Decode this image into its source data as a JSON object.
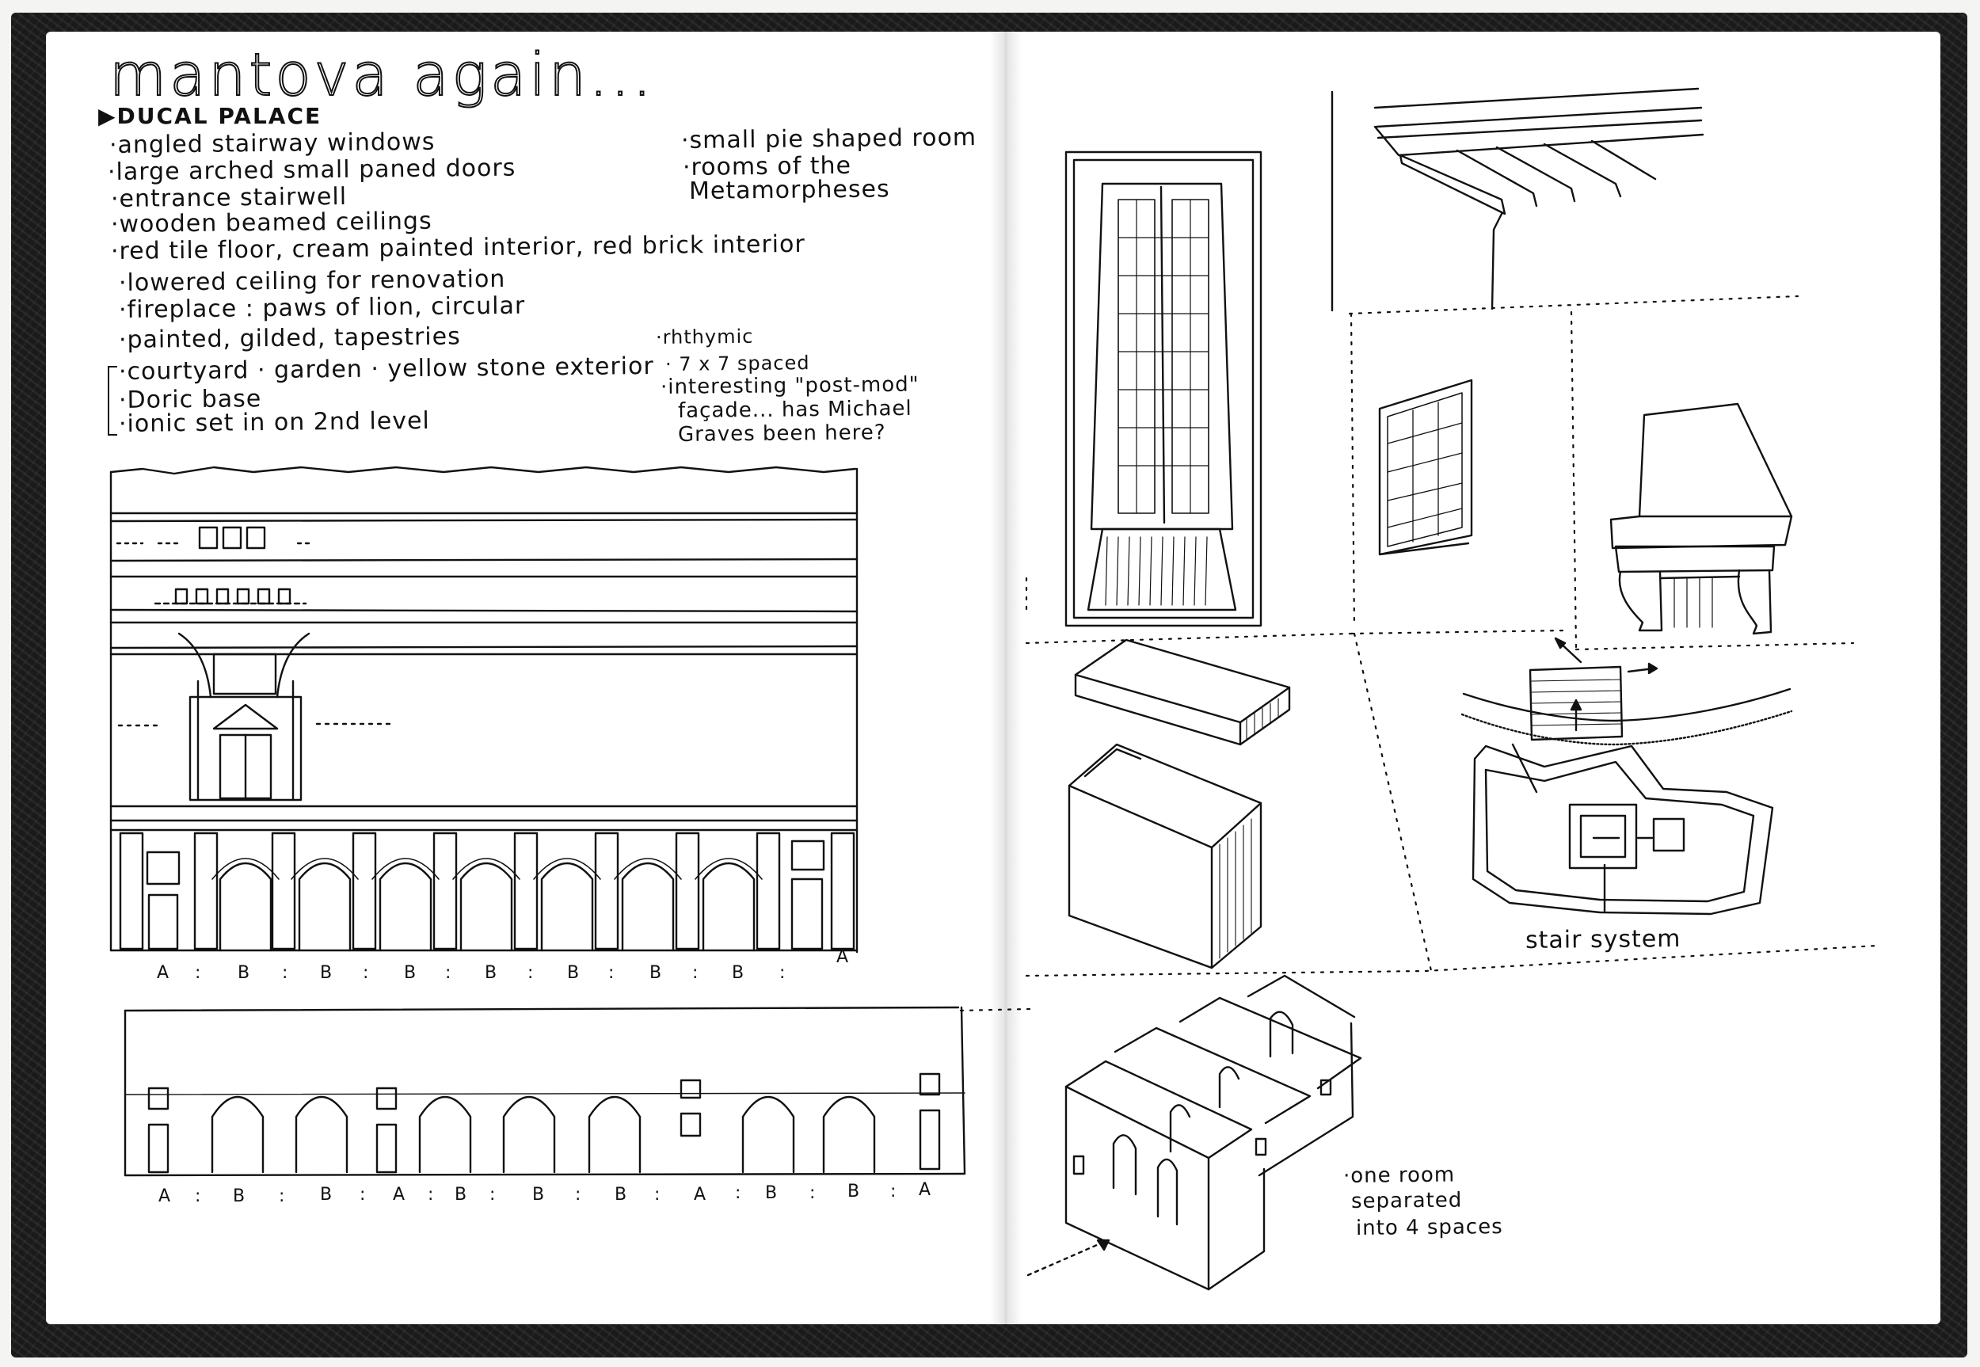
{
  "sketchbook": {
    "title": "mantova again...",
    "section_heading": "DUCAL PALACE",
    "notes_left": [
      "·angled stairway windows",
      "·large arched small paned doors",
      "·entrance stairwell",
      "·wooden beamed ceilings",
      "·red tile floor, cream painted interior, red brick interior",
      "·lowered ceiling for renovation",
      "·fireplace : paws of lion, circular",
      "·painted, gilded, tapestries",
      "·courtyard · garden · yellow stone exterior",
      "·Doric base",
      "·ionic set in on 2nd level"
    ],
    "notes_right": [
      "·small pie shaped room",
      "·rooms of the",
      "Metamorpheses"
    ],
    "notes_facade": [
      "·rhthymic",
      "· 7 x 7 spaced",
      "·interesting \"post-mod\"",
      "façade... has Michael",
      "Graves been here?"
    ],
    "elevation_rhythm_1": [
      "A",
      ":",
      "B",
      ":",
      "B",
      ":",
      "B",
      ":",
      "B",
      ":",
      "B",
      ":",
      "B",
      ":",
      "B",
      ":",
      "A"
    ],
    "elevation_rhythm_2": [
      "A",
      ":",
      "B",
      ":",
      "B",
      ":",
      "A",
      ":",
      "B",
      ":",
      "B",
      ":",
      "B",
      ":",
      "A",
      ":",
      "B",
      ":",
      "B",
      ":",
      "A"
    ],
    "stair_label": "stair system",
    "room_note": [
      "·one room",
      "separated",
      "into 4 spaces"
    ]
  },
  "colors": {
    "ink": "#111111",
    "paper": "#ffffff",
    "cover": "#1a1a1a"
  }
}
